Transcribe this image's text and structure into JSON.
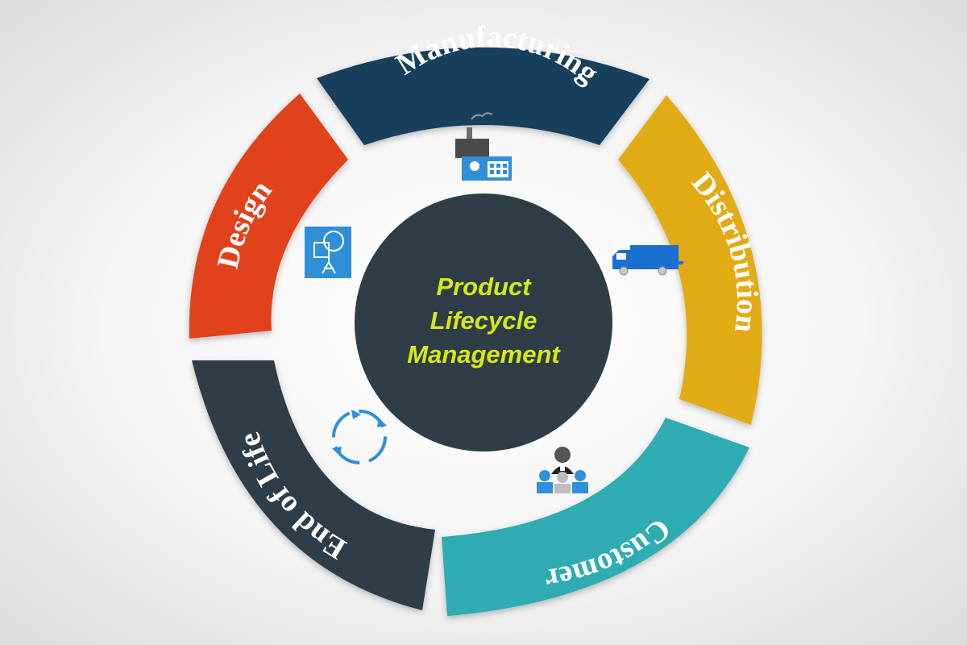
{
  "center": {
    "lines": [
      "Product",
      "Lifecycle",
      "Management"
    ],
    "bg_color": "#2f3d46",
    "text_color": "#d7e81a"
  },
  "stages": [
    {
      "label": "Manufacturing",
      "color": "#183f5b",
      "icon": "factory-icon"
    },
    {
      "label": "Distribution",
      "color": "#e1ab17",
      "icon": "delivery-truck-icon"
    },
    {
      "label": "Customer",
      "color": "#2eacb2",
      "icon": "customer-group-icon"
    },
    {
      "label": "End of Life",
      "color": "#2f3d46",
      "icon": "recycle-cycle-icon"
    },
    {
      "label": "Design",
      "color": "#e0421e",
      "icon": "design-blueprint-icon"
    }
  ]
}
